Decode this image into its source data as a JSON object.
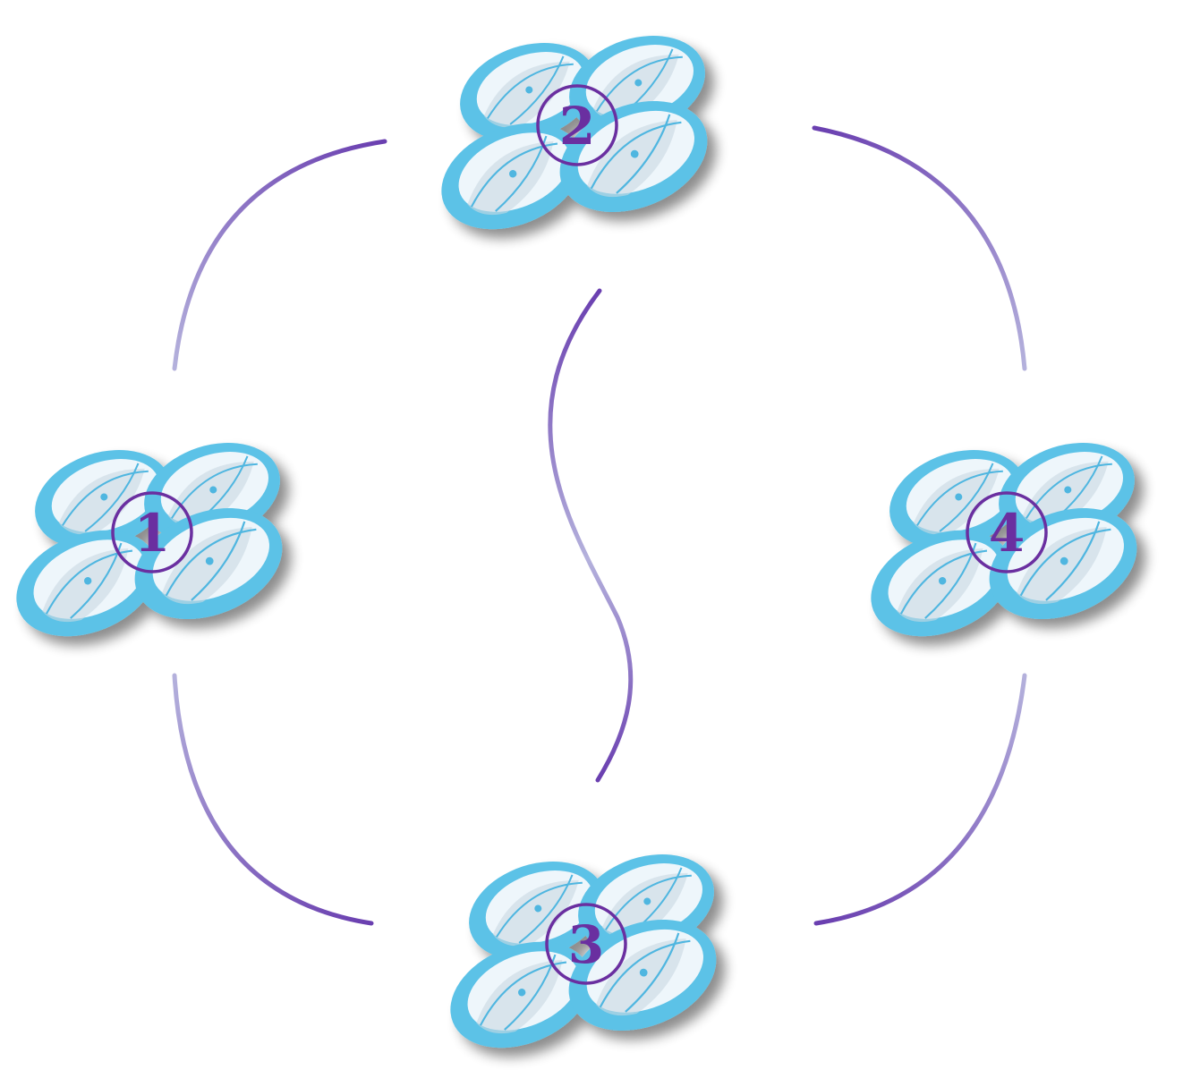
{
  "nodes": [
    {
      "id": "1",
      "label": "1"
    },
    {
      "id": "2",
      "label": "2"
    },
    {
      "id": "3",
      "label": "3"
    },
    {
      "id": "4",
      "label": "4"
    }
  ],
  "colors": {
    "connector_dark": "#6a3fb0",
    "connector_light": "#b4b1dc",
    "petal_outer": "#5bc2e7",
    "label": "#6a2fa0"
  },
  "icon": "four-petal-cluster"
}
